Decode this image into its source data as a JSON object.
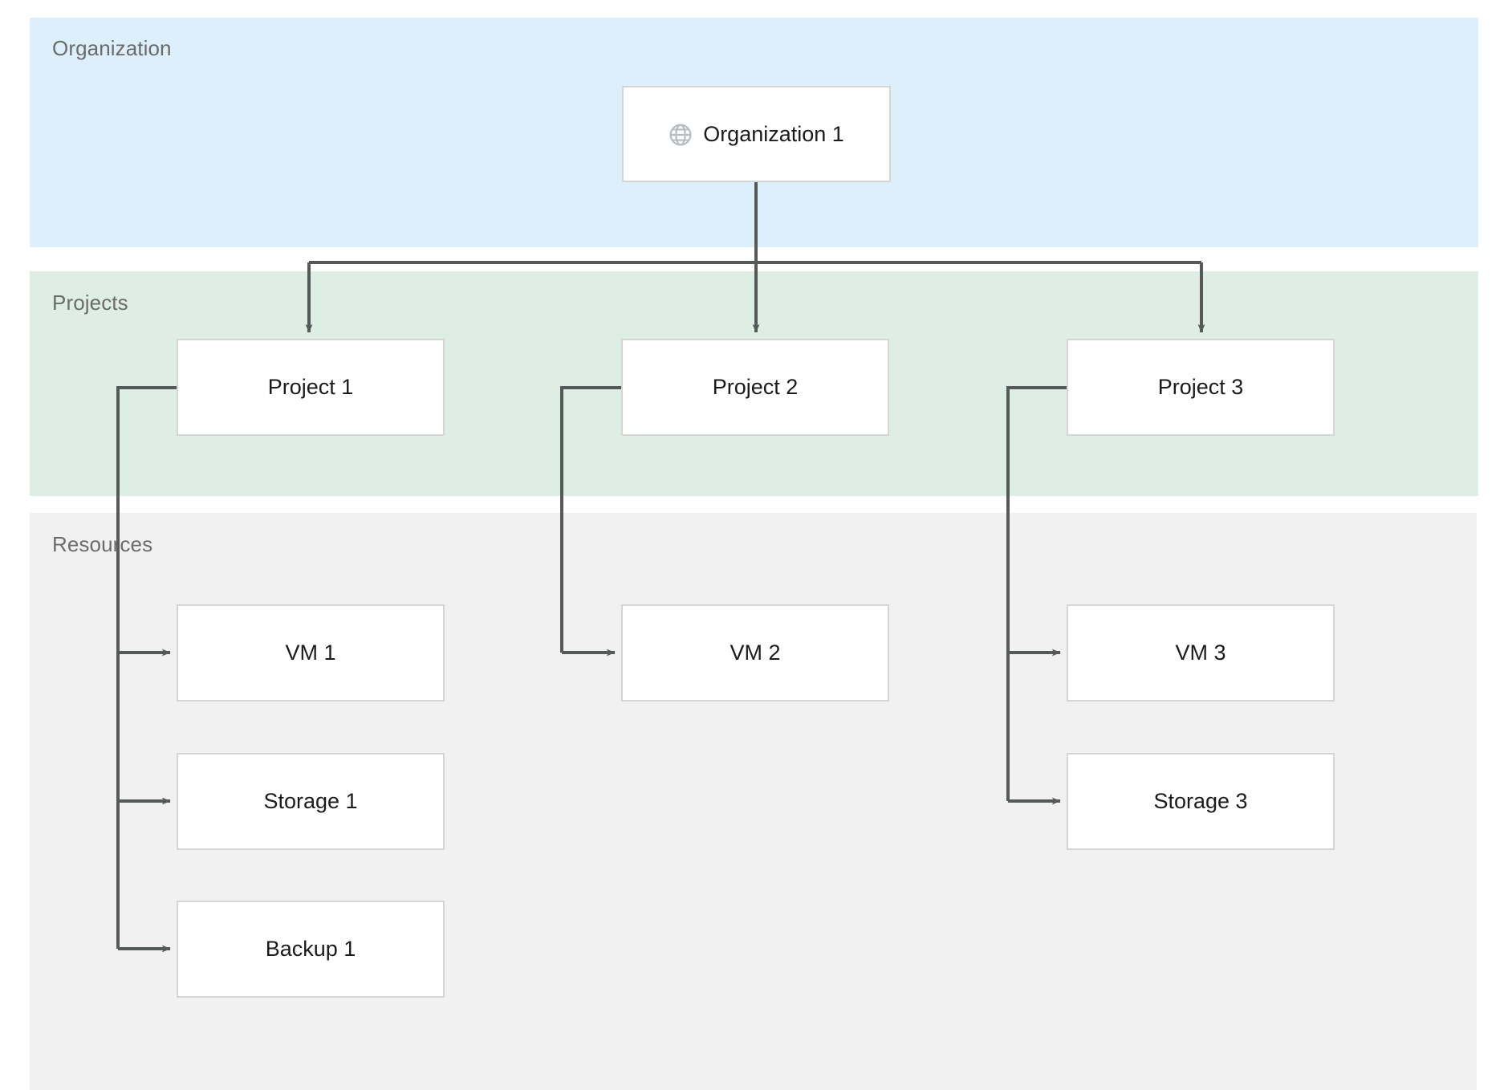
{
  "diagram": {
    "type": "hierarchy-swimlane",
    "colors": {
      "band_organization": "#deeffc",
      "band_projects": "#dfeee4",
      "band_resources": "#f1f1f1",
      "node_fill": "#ffffff",
      "node_border": "#d5d5d5",
      "connector": "#56595a",
      "band_label_text": "#6b6b6b",
      "node_label_text": "#1b1b1b",
      "icon": "#b5bcc2"
    },
    "bands": [
      {
        "id": "organization",
        "label": "Organization"
      },
      {
        "id": "projects",
        "label": "Projects"
      },
      {
        "id": "resources",
        "label": "Resources"
      }
    ],
    "nodes": {
      "organization_1": {
        "label": "Organization 1",
        "icon": "globe-icon"
      },
      "project_1": {
        "label": "Project 1"
      },
      "project_2": {
        "label": "Project 2"
      },
      "project_3": {
        "label": "Project 3"
      },
      "vm_1": {
        "label": "VM 1"
      },
      "storage_1": {
        "label": "Storage 1"
      },
      "backup_1": {
        "label": "Backup 1"
      },
      "vm_2": {
        "label": "VM 2"
      },
      "vm_3": {
        "label": "VM 3"
      },
      "storage_3": {
        "label": "Storage 3"
      }
    },
    "edges": [
      {
        "from": "organization_1",
        "to": "project_1"
      },
      {
        "from": "organization_1",
        "to": "project_2"
      },
      {
        "from": "organization_1",
        "to": "project_3"
      },
      {
        "from": "project_1",
        "to": "vm_1"
      },
      {
        "from": "project_1",
        "to": "storage_1"
      },
      {
        "from": "project_1",
        "to": "backup_1"
      },
      {
        "from": "project_2",
        "to": "vm_2"
      },
      {
        "from": "project_3",
        "to": "vm_3"
      },
      {
        "from": "project_3",
        "to": "storage_3"
      }
    ]
  }
}
